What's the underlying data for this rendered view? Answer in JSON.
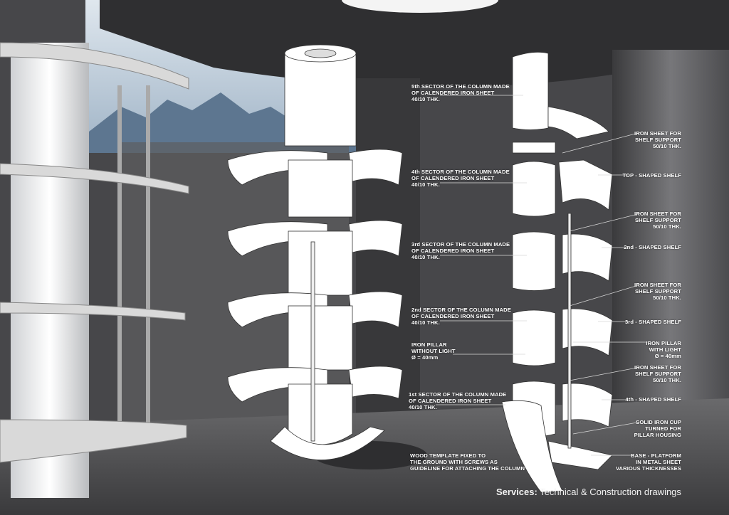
{
  "left_labels": [
    {
      "lines": [
        "5th SECTOR OF THE COLUMN MADE",
        "OF CALENDERED IRON SHEET",
        "40/10 THK."
      ]
    },
    {
      "lines": [
        "4th SECTOR OF THE COLUMN MADE",
        "OF CALENDERED IRON SHEET",
        "40/10 THK."
      ]
    },
    {
      "lines": [
        "3rd SECTOR OF THE COLUMN MADE",
        "OF CALENDERED IRON SHEET",
        "40/10 THK."
      ]
    },
    {
      "lines": [
        "2nd SECTOR OF THE COLUMN MADE",
        "OF CALENDERED IRON SHEET",
        "40/10 THK."
      ]
    },
    {
      "lines": [
        "IRON PILLAR",
        "WITHOUT LIGHT",
        "Ø = 40mm"
      ]
    },
    {
      "lines": [
        "1st SECTOR OF THE COLUMN MADE",
        "OF CALENDERED IRON SHEET",
        "40/10 THK."
      ]
    },
    {
      "lines": [
        "WOOD TEMPLATE FIXED TO",
        "THE GROUND WITH SCREWS AS",
        "GUIDELINE FOR ATTACHING THE COLUMN"
      ]
    }
  ],
  "right_labels": [
    {
      "lines": [
        "IRON SHEET FOR",
        "SHELF SUPPORT",
        "50/10 THK."
      ]
    },
    {
      "lines": [
        "TOP - SHAPED SHELF"
      ]
    },
    {
      "lines": [
        "IRON SHEET FOR",
        "SHELF SUPPORT",
        "50/10 THK."
      ]
    },
    {
      "lines": [
        "2nd - SHAPED SHELF"
      ]
    },
    {
      "lines": [
        "IRON SHEET FOR",
        "SHELF SUPPORT",
        "50/10 THK."
      ]
    },
    {
      "lines": [
        "3rd - SHAPED SHELF"
      ]
    },
    {
      "lines": [
        "IRON PILLAR",
        "WITH LIGHT",
        "Ø = 40mm"
      ]
    },
    {
      "lines": [
        "IRON SHEET FOR",
        "SHELF SUPPORT",
        "50/10 THK."
      ]
    },
    {
      "lines": [
        "4th - SHAPED SHELF"
      ]
    },
    {
      "lines": [
        "SOLID IRON CUP",
        "TURNED FOR",
        "PILLAR HOUSING"
      ]
    },
    {
      "lines": [
        "BASE - PLATFORM",
        "IN METAL SHEET",
        "VARIOUS THICKNESSES"
      ]
    }
  ],
  "footer": {
    "bold": "Services:",
    "text": " Technical & Construction drawings"
  }
}
